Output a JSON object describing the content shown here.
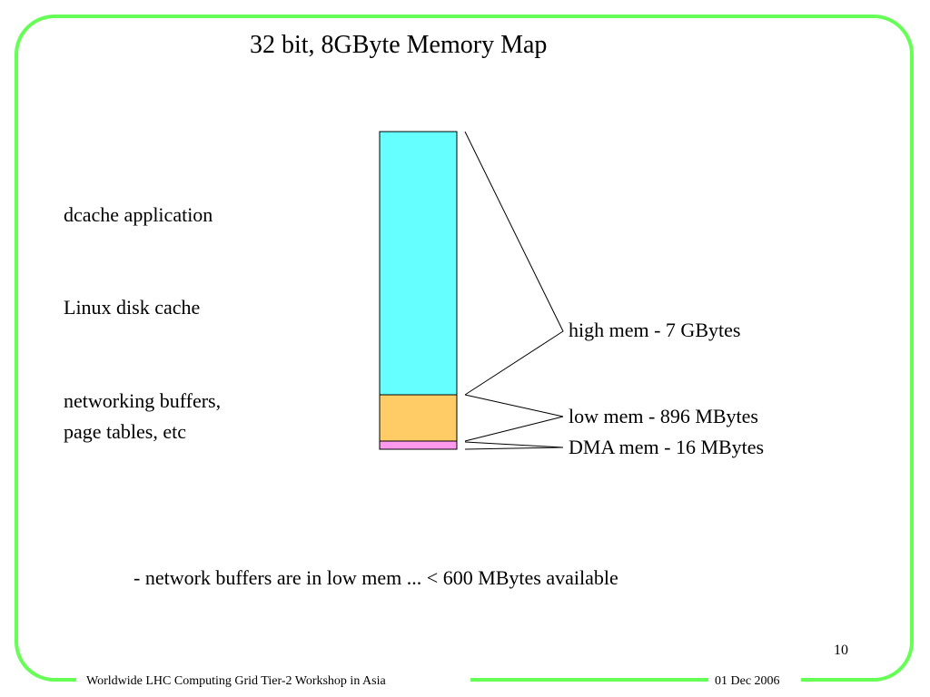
{
  "slide": {
    "title": "32 bit,  8GByte Memory Map",
    "page_number": "10"
  },
  "left_labels": {
    "dcache": "dcache application",
    "disk_cache": "Linux disk cache",
    "net_buffers_line1": "networking buffers,",
    "net_buffers_line2": "page tables, etc"
  },
  "memory_regions": [
    {
      "name": "high mem",
      "label": "high mem - 7 GBytes",
      "size_bytes_label": "7 GBytes",
      "color": "#66ffff"
    },
    {
      "name": "low mem",
      "label": "low mem - 896 MBytes",
      "size_bytes_label": "896 MBytes",
      "color": "#ffcc66"
    },
    {
      "name": "DMA mem",
      "label": "DMA mem - 16 MBytes",
      "size_bytes_label": "16 MBytes",
      "color": "#ff99ee"
    }
  ],
  "note": "- network buffers are in low mem ...  < 600 MBytes available",
  "footer": {
    "left": "Worldwide LHC Computing Grid Tier-2 Workshop in Asia",
    "right": "01 Dec 2006"
  },
  "colors": {
    "frame": "#66ff55",
    "high_mem": "#66ffff",
    "low_mem": "#ffcc66",
    "dma_mem": "#ff99ee"
  }
}
